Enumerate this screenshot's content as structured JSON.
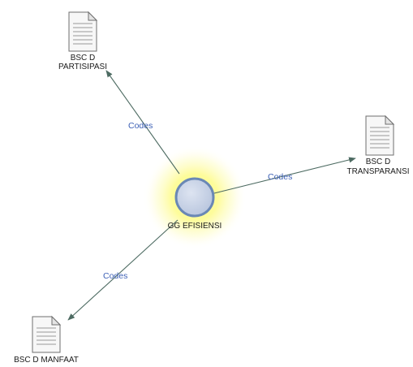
{
  "diagram": {
    "center_node": {
      "label": "GG EFISIENSI",
      "color": "#c9d3e6"
    },
    "document_nodes": [
      {
        "line1": "BSC D",
        "line2": "PARTISIPASI",
        "icon": "document-icon"
      },
      {
        "line1": "BSC D",
        "line2": "TRANSPARANSI",
        "icon": "document-icon"
      },
      {
        "line1": "BSC D MANFAAT",
        "line2": "",
        "icon": "document-icon"
      }
    ],
    "edges": [
      {
        "label": "Codes",
        "from": "GG EFISIENSI",
        "to": "BSC D PARTISIPASI"
      },
      {
        "label": "Codes",
        "from": "GG EFISIENSI",
        "to": "BSC D TRANSPARANSI"
      },
      {
        "label": "Codes",
        "from": "GG EFISIENSI",
        "to": "BSC D MANFAAT"
      }
    ],
    "colors": {
      "edge": "#4d6b62",
      "edge_label": "#3b5fb5",
      "highlight_glow": "#fdfb8a",
      "node_outline": "#6a88b5"
    }
  }
}
